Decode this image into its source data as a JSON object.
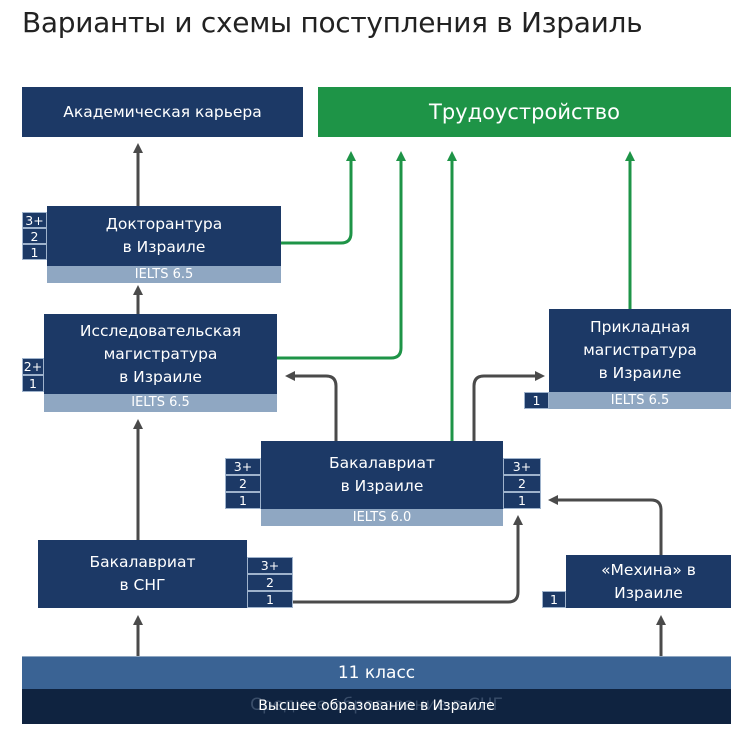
{
  "title": "Варианты и схемы поступления в Израиль",
  "boxes": {
    "academic": "Академическая карьера",
    "employment": "Трудоустройство",
    "doctorate": [
      "Докторантура",
      "в Израиле"
    ],
    "research_master": [
      "Исследовательская",
      "магистратура",
      "в Израиле"
    ],
    "applied_master": [
      "Прикладная",
      "магистратура",
      "в Израиле"
    ],
    "bachelor_israel": [
      "Бакалавриат",
      "в Израиле"
    ],
    "bachelor_cis": [
      "Бакалавриат",
      "в СНГ"
    ],
    "mechina": [
      "«Мехина» в",
      "Израиле"
    ]
  },
  "ielts": {
    "doctorate": "IELTS 6.5",
    "research_master": "IELTS 6.5",
    "applied_master": "IELTS 6.5",
    "bachelor_israel": "IELTS 6.0"
  },
  "years": {
    "doctorate": [
      "3+",
      "2",
      "1"
    ],
    "research_master": [
      "2+",
      "1"
    ],
    "applied_master": [
      "1"
    ],
    "bachelor_israel_left": [
      "3+",
      "2",
      "1"
    ],
    "bachelor_israel_right": [
      "3+",
      "2",
      "1"
    ],
    "bachelor_cis": [
      "3+",
      "2",
      "1"
    ],
    "mechina": [
      "1"
    ]
  },
  "grade11": "11 класс",
  "bottom_ghost": "Среднее образование в СНГ",
  "caption": "Высшее образование в Израиле",
  "colors": {
    "navy": "#1c3966",
    "green": "#1e9447",
    "ielts": "#8fa7c2",
    "arrow_gray": "#4a4a4a",
    "arrow_green": "#1e9447"
  }
}
